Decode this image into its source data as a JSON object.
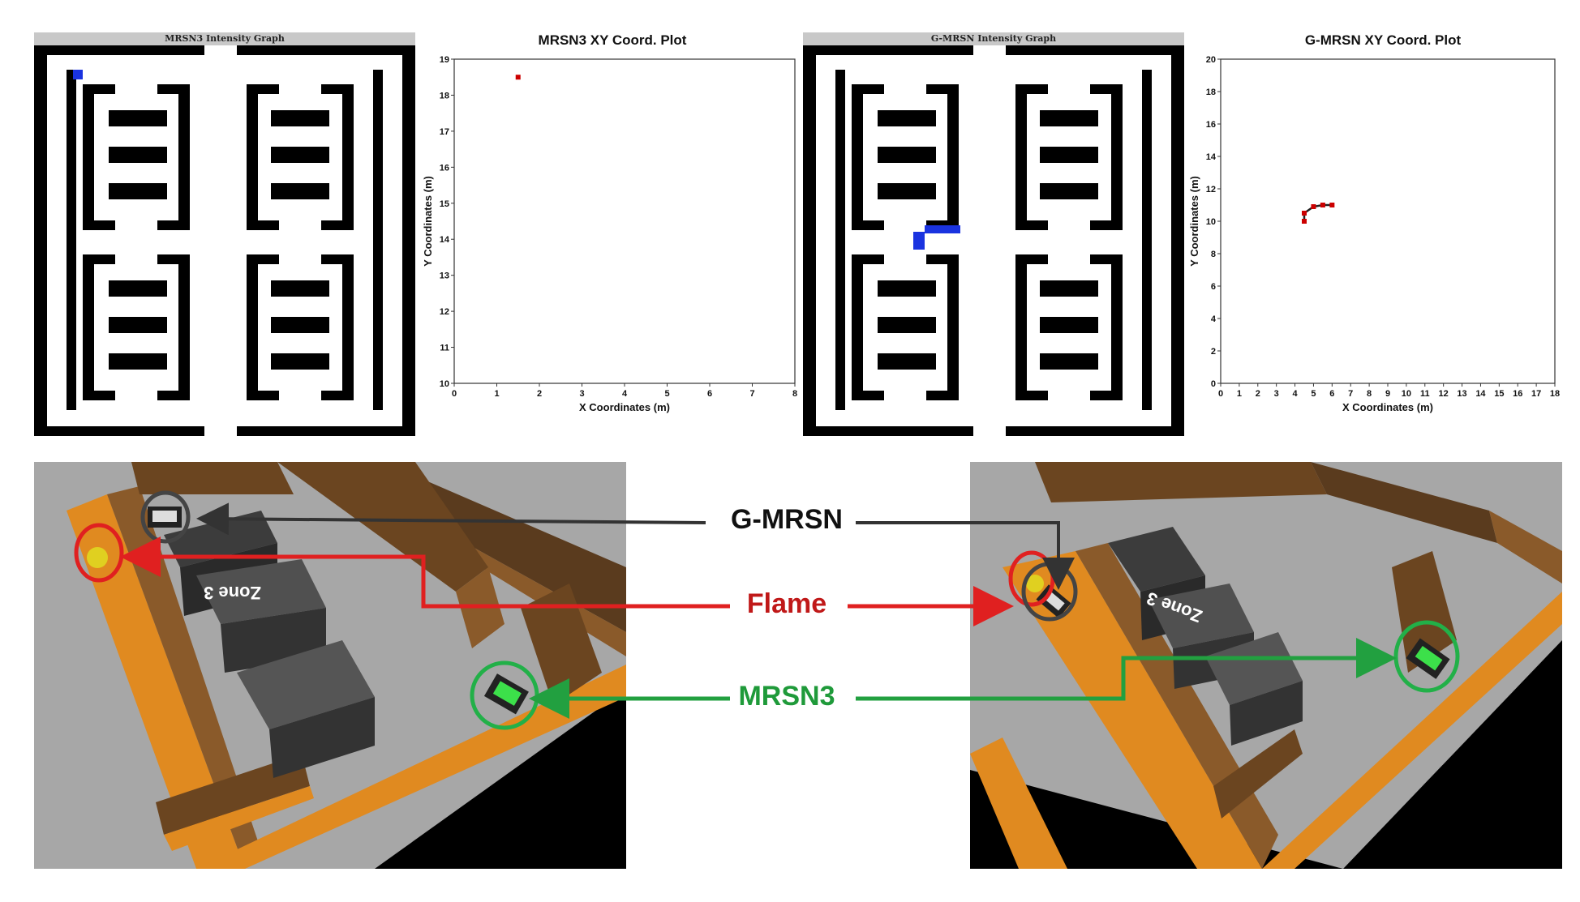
{
  "panels": {
    "mrsn3_intensity": {
      "title": "MRSN3 Intensity Graph"
    },
    "mrsn3_xy": {
      "title": "MRSN3 XY Coord. Plot",
      "chart_data": {
        "type": "scatter",
        "title": "MRSN3 XY Coord. Plot",
        "xlabel": "X Coordinates (m)",
        "ylabel": "Y Coordinates (m)",
        "xlim": [
          0,
          8
        ],
        "ylim": [
          10,
          19
        ],
        "xticks": [
          0,
          1,
          2,
          3,
          4,
          5,
          6,
          7,
          8
        ],
        "yticks": [
          10,
          11,
          12,
          13,
          14,
          15,
          16,
          17,
          18,
          19
        ],
        "points": [
          {
            "x": 1.5,
            "y": 18.5
          }
        ],
        "color": "#cc0000"
      }
    },
    "gmrsn_intensity": {
      "title": "G-MRSN Intensity Graph"
    },
    "gmrsn_xy": {
      "title": "G-MRSN XY Coord. Plot",
      "chart_data": {
        "type": "line",
        "title": "G-MRSN XY Coord. Plot",
        "xlabel": "X Coordinates (m)",
        "ylabel": "Y Coordinates (m)",
        "xlim": [
          0,
          18
        ],
        "ylim": [
          0,
          20
        ],
        "xticks": [
          0,
          1,
          2,
          3,
          4,
          5,
          6,
          7,
          8,
          9,
          10,
          11,
          12,
          13,
          14,
          15,
          16,
          17,
          18
        ],
        "yticks": [
          0,
          2,
          4,
          6,
          8,
          10,
          12,
          14,
          16,
          18,
          20
        ],
        "points": [
          {
            "x": 4.5,
            "y": 10.0
          },
          {
            "x": 4.5,
            "y": 10.5
          },
          {
            "x": 5.0,
            "y": 10.9
          },
          {
            "x": 5.5,
            "y": 11.0
          },
          {
            "x": 6.0,
            "y": 11.0
          }
        ],
        "color": "#cc0000"
      }
    }
  },
  "callouts": {
    "gmrsn": {
      "label": "G-MRSN",
      "color": "#333333"
    },
    "flame": {
      "label": "Flame",
      "color": "#e02020"
    },
    "mrsn3": {
      "label": "MRSN3",
      "color": "#22a040"
    }
  },
  "scenes": {
    "left": {
      "zone_label": "Zone 3"
    },
    "right": {
      "zone_label": "Zone 3"
    }
  }
}
